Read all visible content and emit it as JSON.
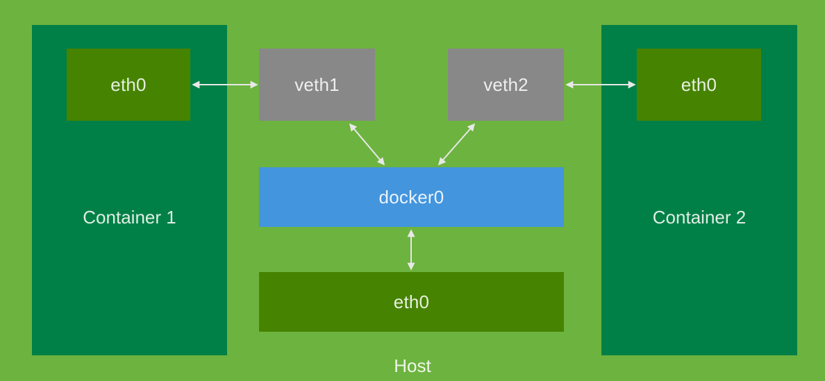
{
  "host": {
    "label": "Host"
  },
  "container1": {
    "label": "Container 1",
    "iface": "eth0"
  },
  "container2": {
    "label": "Container 2",
    "iface": "eth0"
  },
  "veth1": {
    "label": "veth1"
  },
  "veth2": {
    "label": "veth2"
  },
  "bridge": {
    "label": "docker0"
  },
  "host_iface": {
    "label": "eth0"
  },
  "colors": {
    "host_background": "#6db33f",
    "container_background": "#008046",
    "eth_interface": "#468300",
    "veth_interface": "#888888",
    "bridge": "#4395dd",
    "arrow": "#e8e8e8"
  },
  "links": [
    {
      "from": "container1.eth0",
      "to": "veth1"
    },
    {
      "from": "veth2",
      "to": "container2.eth0"
    },
    {
      "from": "veth1",
      "to": "docker0"
    },
    {
      "from": "veth2",
      "to": "docker0"
    },
    {
      "from": "docker0",
      "to": "host.eth0"
    }
  ]
}
